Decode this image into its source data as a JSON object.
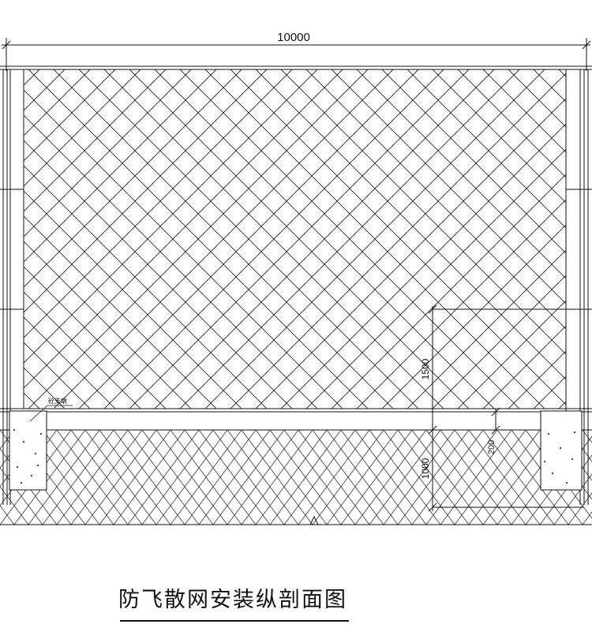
{
  "dimensions": {
    "total_length": "10000",
    "net_height": "1500",
    "foundation_depth": "1000",
    "plinth_height": "200"
  },
  "labels": {
    "post_note": "砼支墩"
  },
  "title": "防飞散网安装纵剖面图",
  "colors": {
    "line": "#111111",
    "background": "#ffffff"
  }
}
